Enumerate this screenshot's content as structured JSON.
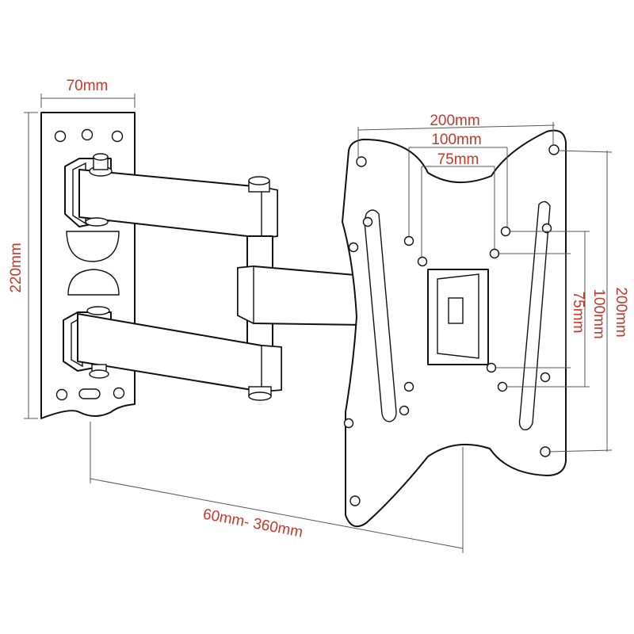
{
  "dimensions": {
    "bracket_width": "70mm",
    "bracket_height": "220mm",
    "vesa_horizontal_max": "200mm",
    "vesa_horizontal_mid": "100mm",
    "vesa_horizontal_min": "75mm",
    "vesa_vertical_max": "200mm",
    "vesa_vertical_mid": "100mm",
    "vesa_vertical_min": "75mm",
    "extension_range": "60mm- 360mm"
  },
  "colors": {
    "label": "#c0392b",
    "dimension_line": "#555555",
    "outline": "#111111"
  }
}
